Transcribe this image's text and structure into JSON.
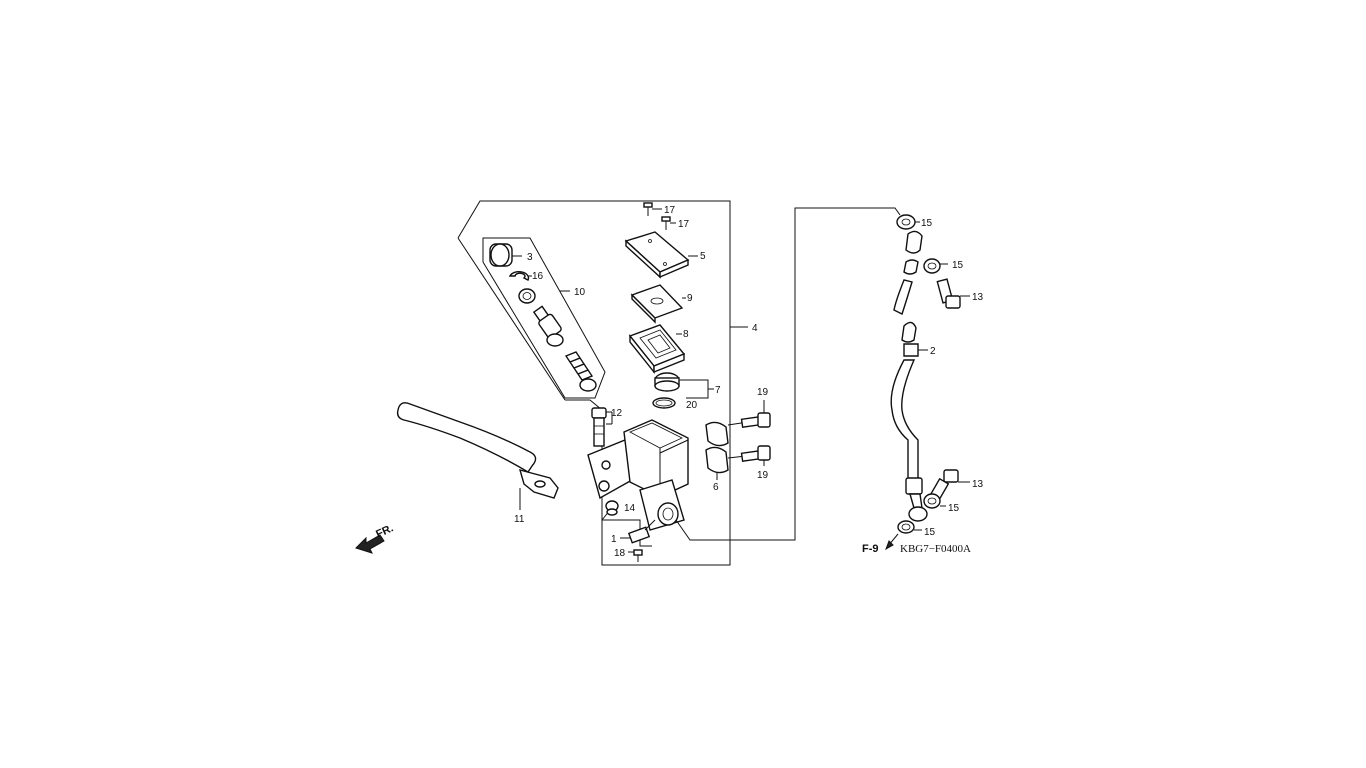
{
  "callouts": {
    "c1": "1",
    "c2": "2",
    "c3": "3",
    "c4": "4",
    "c5": "5",
    "c6": "6",
    "c7": "7",
    "c8": "8",
    "c9": "9",
    "c10": "10",
    "c11": "11",
    "c12": "12",
    "c13a": "13",
    "c13b": "13",
    "c14": "14",
    "c15a": "15",
    "c15b": "15",
    "c15c": "15",
    "c15d": "15",
    "c16": "16",
    "c17a": "17",
    "c17b": "17",
    "c18": "18",
    "c19a": "19",
    "c19b": "19",
    "c20": "20"
  },
  "reference": "F-9",
  "diagram_code": "KBG7−F0400A",
  "direction_label": "FR."
}
